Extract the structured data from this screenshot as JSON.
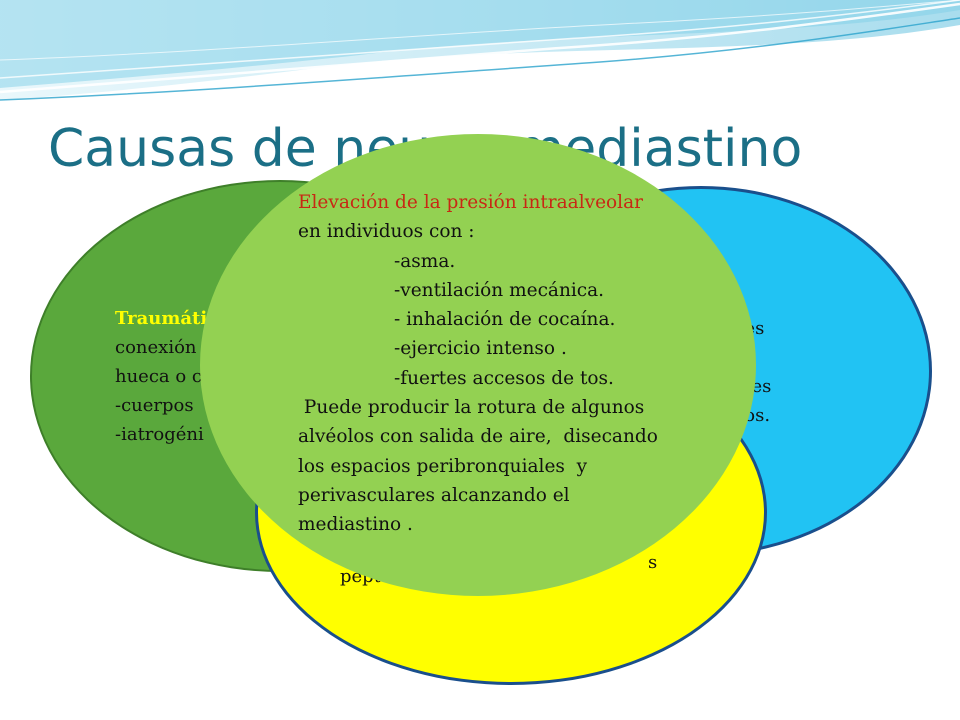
{
  "title": "Causas de neumomediastino",
  "colors": {
    "title": "#1b6f86",
    "ellipse_left": "#5aa83c",
    "ellipse_right": "#21c3f3",
    "ellipse_bottom": "#ffff00",
    "ellipse_center": "#93d152",
    "highlight_red": "#c82814",
    "highlight_yellow": "#ffff00"
  },
  "left_ellipse": {
    "heading": "Traumáti",
    "lines": [
      "conexión",
      "hueca o c",
      "-cuerpos",
      "-iatrogéni"
    ]
  },
  "right_ellipse": {
    "lines": [
      "ones",
      "",
      "entes",
      "ados."
    ]
  },
  "bottom_ellipse": {
    "lines": [
      "pept",
      "s"
    ]
  },
  "center_ellipse": {
    "heading": "Elevación de la presión intraalveolar",
    "intro": "en individuos con :",
    "items": [
      "-asma.",
      "-ventilación mecánica.",
      "- inhalación de cocaína.",
      "-ejercicio intenso .",
      "-fuertes accesos de tos."
    ],
    "body": [
      " Puede producir la rotura de algunos",
      "alvéolos con salida de aire,  disecando",
      "los espacios peribronquiales  y",
      "perivasculares alcanzando el",
      "mediastino ."
    ]
  }
}
